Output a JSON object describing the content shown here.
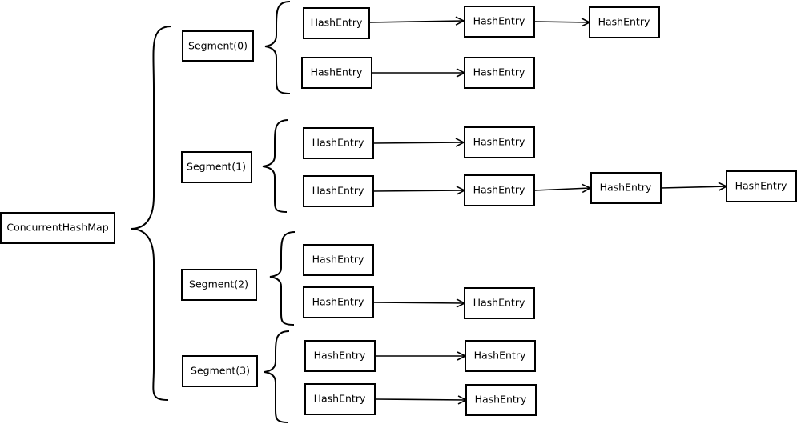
{
  "root": {
    "label": "ConcurrentHashMap"
  },
  "segments": [
    {
      "label": "Segment(0)",
      "chains": [
        [
          "HashEntry",
          "HashEntry",
          "HashEntry"
        ],
        [
          "HashEntry",
          "HashEntry"
        ]
      ]
    },
    {
      "label": "Segment(1)",
      "chains": [
        [
          "HashEntry",
          "HashEntry"
        ],
        [
          "HashEntry",
          "HashEntry",
          "HashEntry",
          "HashEntry"
        ]
      ]
    },
    {
      "label": "Segment(2)",
      "chains": [
        [
          "HashEntry"
        ],
        [
          "HashEntry",
          "HashEntry"
        ]
      ]
    },
    {
      "label": "Segment(3)",
      "chains": [
        [
          "HashEntry",
          "HashEntry"
        ],
        [
          "HashEntry",
          "HashEntry"
        ]
      ]
    }
  ],
  "colors": {
    "stroke": "#000000",
    "fill": "#ffffff"
  }
}
